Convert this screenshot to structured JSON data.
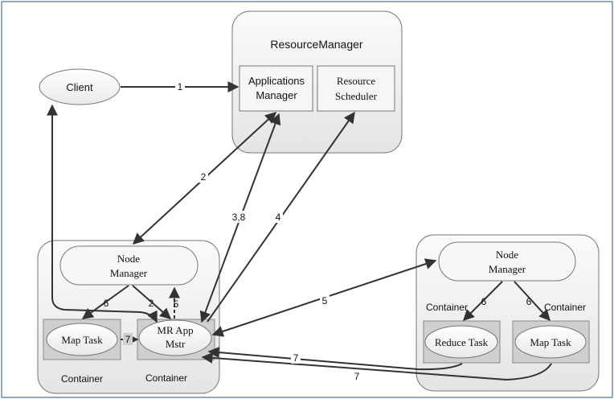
{
  "resource_manager": {
    "title": "ResourceManager",
    "applications_manager": [
      "Applications",
      "Manager"
    ],
    "resource_scheduler": [
      "Resource",
      "Scheduler"
    ]
  },
  "client": {
    "label": "Client"
  },
  "left_node": {
    "node_manager": [
      "Node",
      "Manager"
    ],
    "map_task": "Map Task",
    "mr_app_master": [
      "MR App",
      "Mstr"
    ],
    "container_left": "Container",
    "container_right": "Container"
  },
  "right_node": {
    "node_manager": [
      "Node",
      "Manager"
    ],
    "reduce_task": "Reduce Task",
    "map_task": "Map Task",
    "container_left": "Container",
    "container_right": "Container"
  },
  "step_labels": {
    "client_to_apps_manager": "1",
    "apps_manager_to_node_manager": "2",
    "mr_app_to_apps_manager": "3,8",
    "mr_app_to_scheduler": "4",
    "mr_app_to_right_node": "5",
    "node_manager_to_map_task": "6",
    "node_manager_to_mr_app": "2",
    "mr_app_to_node_manager": "5",
    "map_task_to_mr_app": "7",
    "right_node_to_reduce": "6",
    "right_node_to_map": "6",
    "reduce_to_mr_app": "7",
    "right_map_to_mr_app": "7"
  }
}
